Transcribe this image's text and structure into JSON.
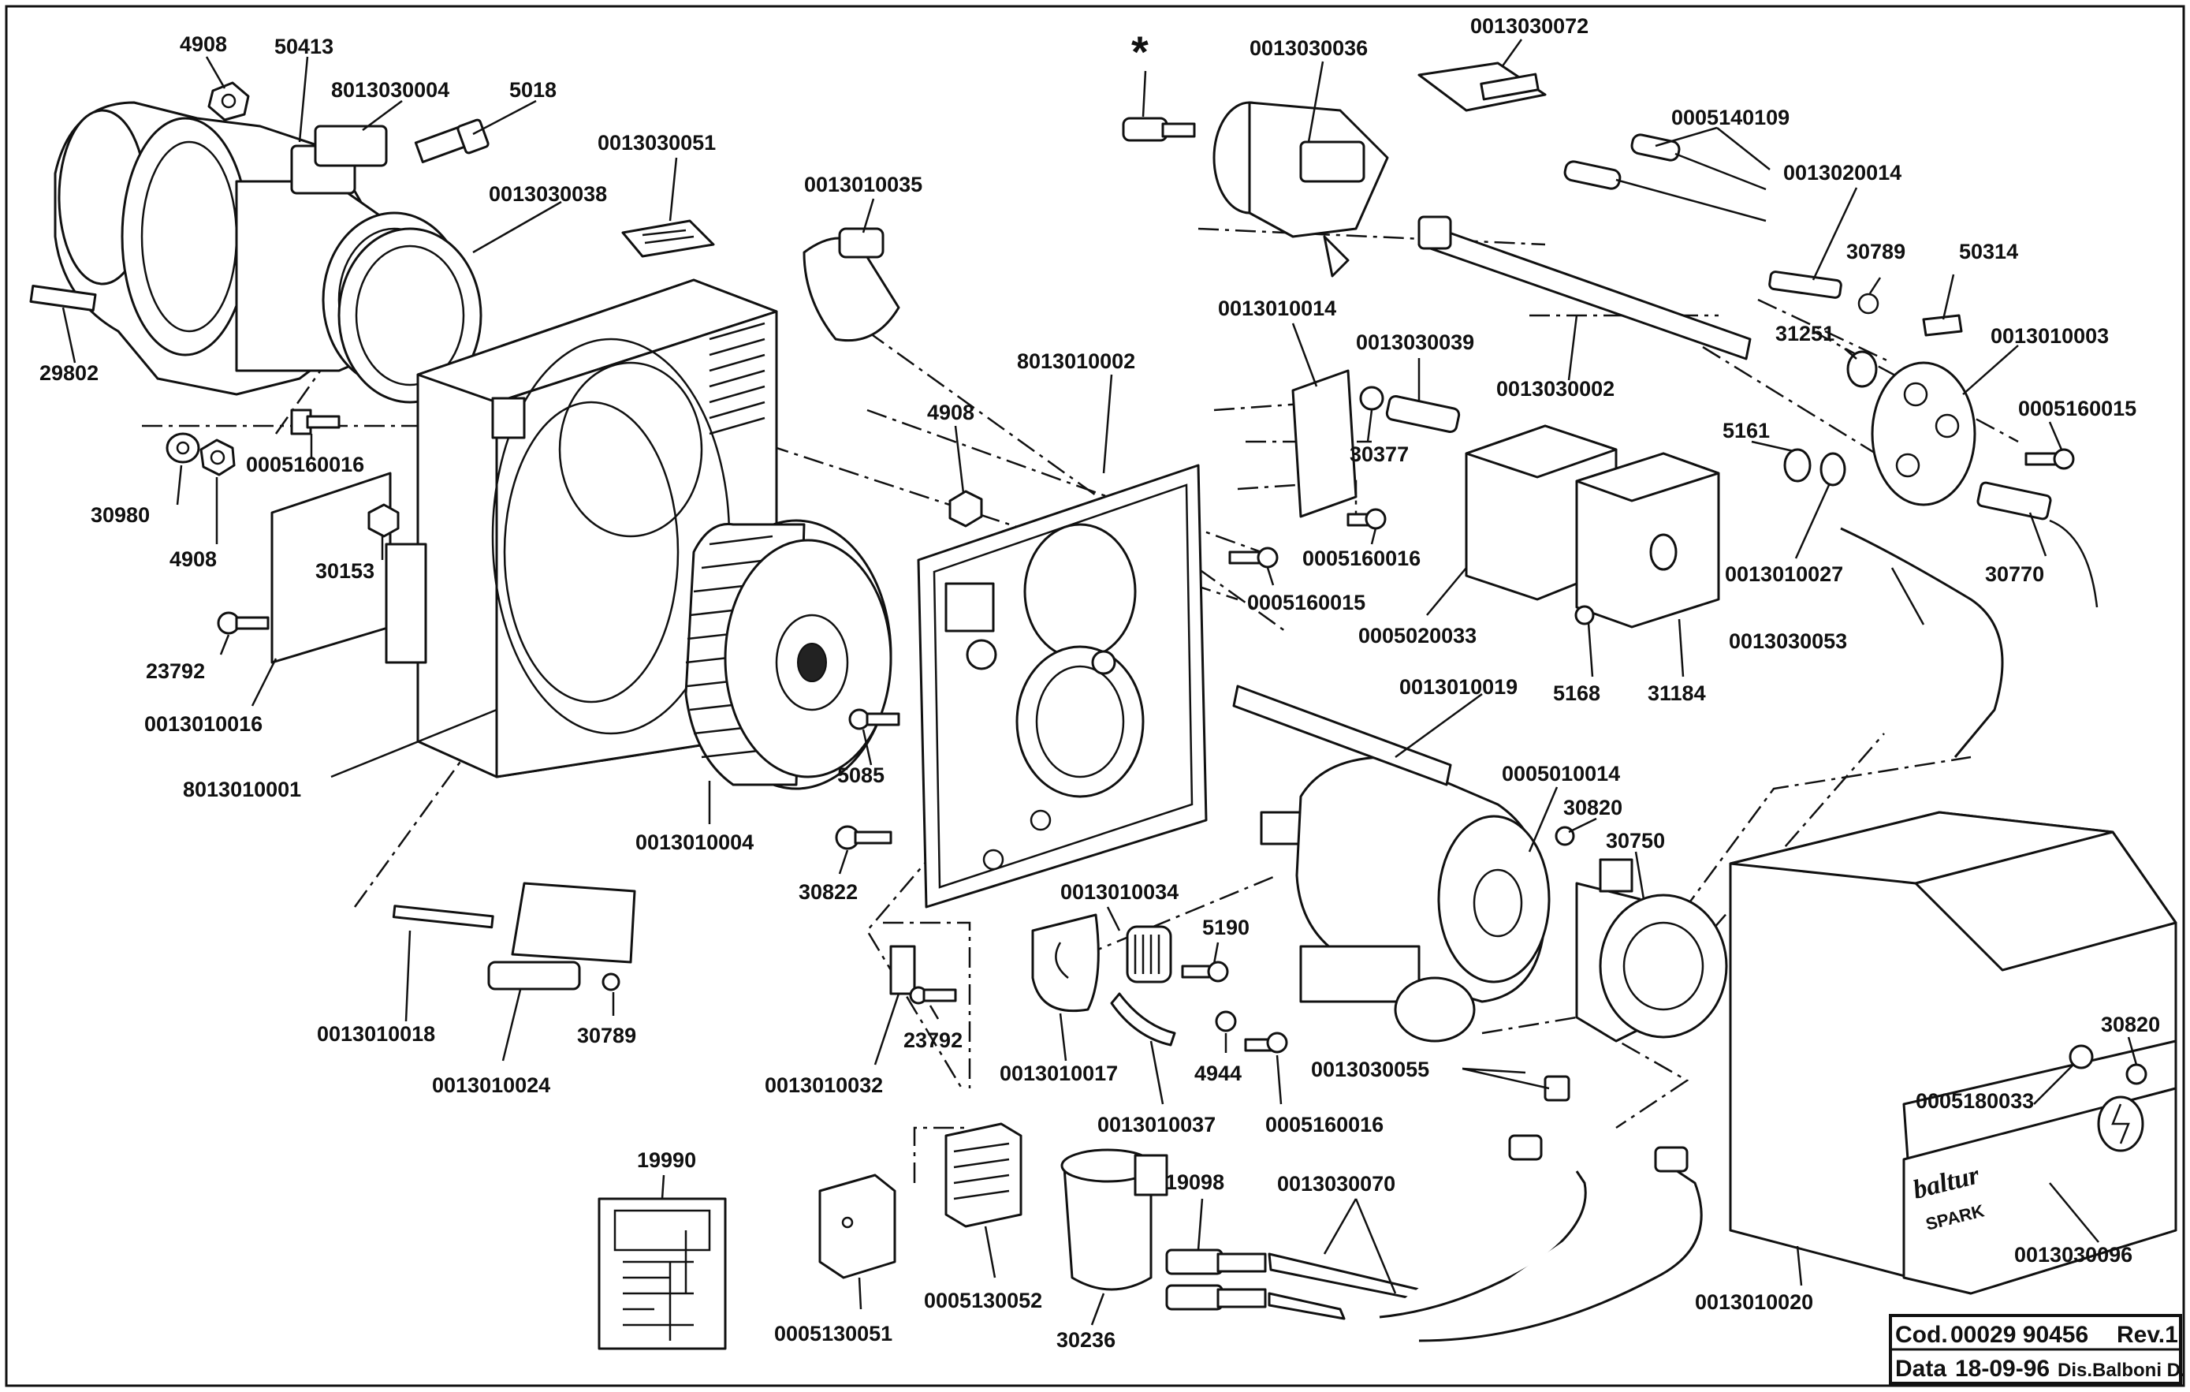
{
  "labels": {
    "p_4908_a": "4908",
    "p_50413": "50413",
    "p_8013030004": "8013030004",
    "p_5018": "5018",
    "p_0013030051": "0013030051",
    "p_0013030038": "0013030038",
    "p_29802": "29802",
    "p_30980": "30980",
    "p_4908_b": "4908",
    "p_0005160016_a": "0005160016",
    "p_30153": "30153",
    "p_23792_a": "23792",
    "p_0013010016": "0013010016",
    "p_8013010001": "8013010001",
    "p_0013010004": "0013010004",
    "p_0013010035": "0013010035",
    "p_8013010002": "8013010002",
    "p_4908_c": "4908",
    "p_5085": "5085",
    "p_30822": "30822",
    "p_0013010018": "0013010018",
    "p_0013010024": "0013010024",
    "p_30789_a": "30789",
    "p_19990": "19990",
    "p_0013010032": "0013010032",
    "p_23792_b": "23792",
    "p_0013010017": "0013010017",
    "p_0013010034": "0013010034",
    "p_5190": "5190",
    "p_0013010037": "0013010037",
    "p_4944": "4944",
    "p_0005160016_b": "0005160016",
    "p_0005130051": "0005130051",
    "p_0005130052": "0005130052",
    "p_30236": "30236",
    "p_19098": "19098",
    "p_0013030070": "0013030070",
    "p_star": "*",
    "p_0013030036": "0013030036",
    "p_0013030072": "0013030072",
    "p_0005140109": "0005140109",
    "p_0013020014": "0013020014",
    "p_30789_b": "30789",
    "p_50314": "50314",
    "p_31251": "31251",
    "p_0013010003": "0013010003",
    "p_0013030002": "0013030002",
    "p_0013010014": "0013010014",
    "p_0013030039": "0013030039",
    "p_30377": "30377",
    "p_0005160016_c": "0005160016",
    "p_0005160015_a": "0005160015",
    "p_5161": "5161",
    "p_0005160015_b": "0005160015",
    "p_30770": "30770",
    "p_0013010027": "0013010027",
    "p_0013030053": "0013030053",
    "p_0005020033": "0005020033",
    "p_5168": "5168",
    "p_31184": "31184",
    "p_0013010019": "0013010019",
    "p_0005010014": "0005010014",
    "p_30820_a": "30820",
    "p_30750": "30750",
    "p_0013030055": "0013030055",
    "p_30820_b": "30820",
    "p_0005180033": "0005180033",
    "p_0013030096": "0013030096",
    "p_0013010020": "0013010020"
  },
  "cover": {
    "brand": "baltur",
    "model": "SPARK"
  },
  "title_block": {
    "code_label": "Cod.",
    "code_value": "00029 90456",
    "revision": "Rev.1",
    "date_label": "Data",
    "date_value": "18-09-96",
    "drawn_by": "Dis.Balboni D."
  }
}
